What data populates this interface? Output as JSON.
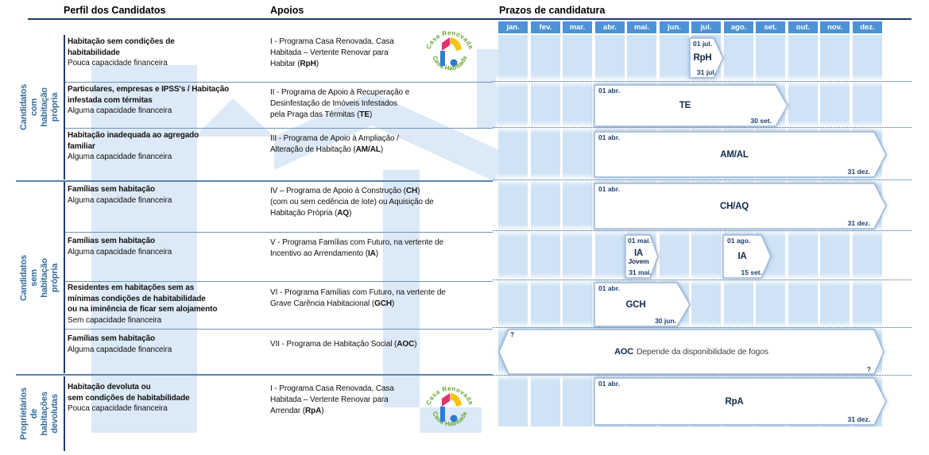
{
  "header": {
    "perfil": "Perfil dos Candidatos",
    "apoios": "Apoios",
    "prazos": "Prazos de candidatura"
  },
  "months": [
    "jan.",
    "fev.",
    "mar.",
    "abr.",
    "mai.",
    "jun.",
    "jul.",
    "ago.",
    "set.",
    "out.",
    "nov.",
    "dez."
  ],
  "groups": [
    {
      "label": "Candidatos com\nhabitação própria"
    },
    {
      "label": "Candidatos sem\nhabitação própria"
    },
    {
      "label": "Proprietários\nde habitações\ndevolutas"
    }
  ],
  "rows": [
    {
      "profile_bold": "Habitação sem condições de\nhabitabilidade",
      "profile_note": "Pouca capacidade financeira",
      "a0": "I - Programa Casa Renovada, Casa\nHabitada – Vertente Renovar para\nHabitar (",
      "a1": "RpH",
      "a2": ")"
    },
    {
      "profile_bold": "Particulares, empresas e IPSS's / Habitação\ninfestada com térmitas",
      "profile_note": "Alguma capacidade financeira",
      "a0": "II - Programa de Apoio à Recuperação e\nDesinfestação de Imóveis Infestados\npela Praga das Térmitas (",
      "a1": "TE",
      "a2": ")"
    },
    {
      "profile_bold": "Habitação inadequada ao agregado\nfamiliar",
      "profile_note": "Alguma capacidade financeira",
      "a0": "III - Programa de Apoio à Ampliação /\nAlteração de Habitação (",
      "a1": "AM/AL",
      "a2": ")"
    },
    {
      "profile_bold": "Famílias sem habitação",
      "profile_note": "Alguma capacidade financeira",
      "a0": "IV – Programa de Apoio à Construção (",
      "a1": "CH",
      "a2": ")\n(com ou sem cedência de lote) ou Aquisição de\nHabitação Própria (",
      "a3": "AQ",
      "a4": ")"
    },
    {
      "profile_bold": "Famílias sem habitação",
      "profile_note": "Alguma capacidade financeira",
      "a0": "V - Programa Famílias com Futuro, na vertente de\nIncentivo ao Arrendamento (",
      "a1": "IA",
      "a2": ")"
    },
    {
      "profile_bold": "Residentes em habitações sem as\nmínimas condições de habitabilidade\nou na iminência de ficar sem alojamento",
      "profile_note": "Sem capacidade financeira",
      "a0": "VI - Programa Famílias com Futuro, na vertente de\nGrave Carência Habitacional (",
      "a1": "GCH",
      "a2": ")"
    },
    {
      "profile_bold": "Famílias sem habitação",
      "profile_note": "Alguma capacidade financeira",
      "a0": "VII - Programa de Habitação Social (",
      "a1": "AOC",
      "a2": ")"
    },
    {
      "profile_bold": "Habitação devoluta ou\nsem condições de habitabilidade",
      "profile_note": "Pouca capacidade financeira",
      "a0": "I - Programa Casa Renovada, Casa\nHabitada – Vertente Renovar para\nArrendar (",
      "a1": "RpA",
      "a2": ")"
    }
  ],
  "bars": {
    "rph": {
      "start": "01 jul.",
      "code": "RpH",
      "end": "31 jul."
    },
    "te": {
      "start": "01 abr.",
      "code": "TE",
      "end": "30 set."
    },
    "amal": {
      "start": "01 abr.",
      "code": "AM/AL",
      "end": "31 dez."
    },
    "chaq": {
      "start": "01 abr.",
      "code": "CH/AQ",
      "end": "31 dez."
    },
    "ia_jovem": {
      "start": "01 mai.",
      "code": "IA",
      "sub": "Jovem",
      "end": "31 mai."
    },
    "ia": {
      "start": "01 ago.",
      "code": "IA",
      "end": "15 set."
    },
    "gch": {
      "start": "01 abr.",
      "code": "GCH",
      "end": "30 jun."
    },
    "aoc": {
      "start": "?",
      "code": "AOC",
      "note": "Depende da disponibilidade de fogos",
      "end": "?"
    },
    "rpa": {
      "start": "01 abr.",
      "code": "RpA",
      "end": "31 dez."
    }
  },
  "logo": {
    "top": "Casa Renovada",
    "bottom": "Casa Habitada"
  },
  "colors": {
    "month_header": "#4d93d4",
    "column_bar": "#cfe3f5",
    "navy": "#1d3c6b",
    "label_blue": "#336b9e",
    "watermark": "#dce9f7",
    "logo_green": "#67a72f",
    "logo_pink": "#e8316f",
    "logo_yellow": "#f6c40e",
    "logo_blue": "#2d7dd2"
  }
}
